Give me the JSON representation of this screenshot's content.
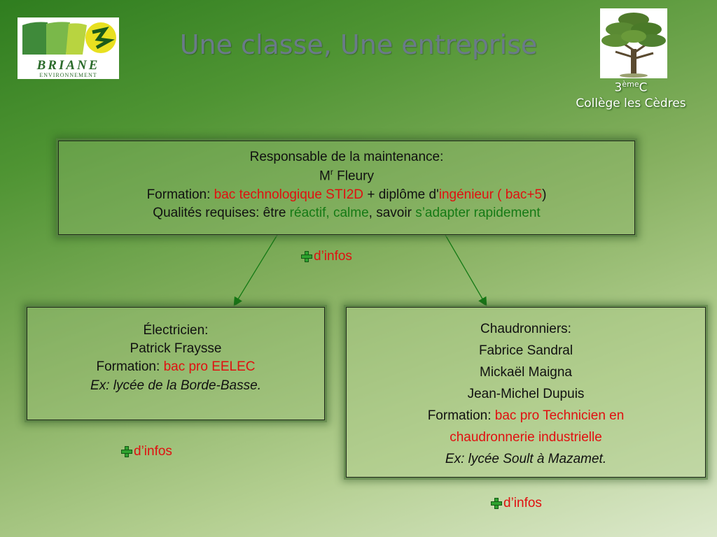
{
  "header": {
    "title": "Une classe, Une entreprise",
    "logo": {
      "word": "BRIANE",
      "sub": "ENVIRONNEMENT"
    },
    "tree_icon": "tree-icon",
    "class_number": "3",
    "class_sup": "ème",
    "class_letter": "C",
    "school": "Collège les Cèdres"
  },
  "boxes": {
    "maintenance": {
      "line1": "Responsable de la maintenance:",
      "name_prefix": "M",
      "name_sup": "r",
      "name_rest": " Fleury",
      "formation_label": "Formation: ",
      "formation_a": "bac technologique STI2D",
      "formation_plus": " + diplôme d'",
      "formation_b": "ingénieur",
      "formation_paren_open": " ( ",
      "formation_c": "bac+5",
      "formation_paren_close": ")",
      "qualites_label": "Qualités requises: être ",
      "qualites_a": "réactif, calme",
      "qualites_sep": ", savoir ",
      "qualites_b": "s’adapter rapidement"
    },
    "electricien": {
      "role": "Électricien:",
      "name": "Patrick Fraysse",
      "formation_label": "Formation: ",
      "formation": "bac pro EELEC",
      "example": "Ex: lycée de la Borde-Basse."
    },
    "chaudronniers": {
      "role": "Chaudronniers:",
      "names": [
        "Fabrice Sandral",
        "Mickaël Maigna",
        "Jean-Michel Dupuis"
      ],
      "formation_label": "Formation: ",
      "formation_1": "bac pro Technicien en",
      "formation_2": "chaudronnerie industrielle",
      "example": "Ex: lycée Soult à Mazamet."
    }
  },
  "more_links": {
    "label": "d’infos",
    "icon": "plus-icon"
  },
  "colors": {
    "highlight_red": "#e01010",
    "highlight_green": "#157a15",
    "plus_green": "#2fa32f"
  }
}
